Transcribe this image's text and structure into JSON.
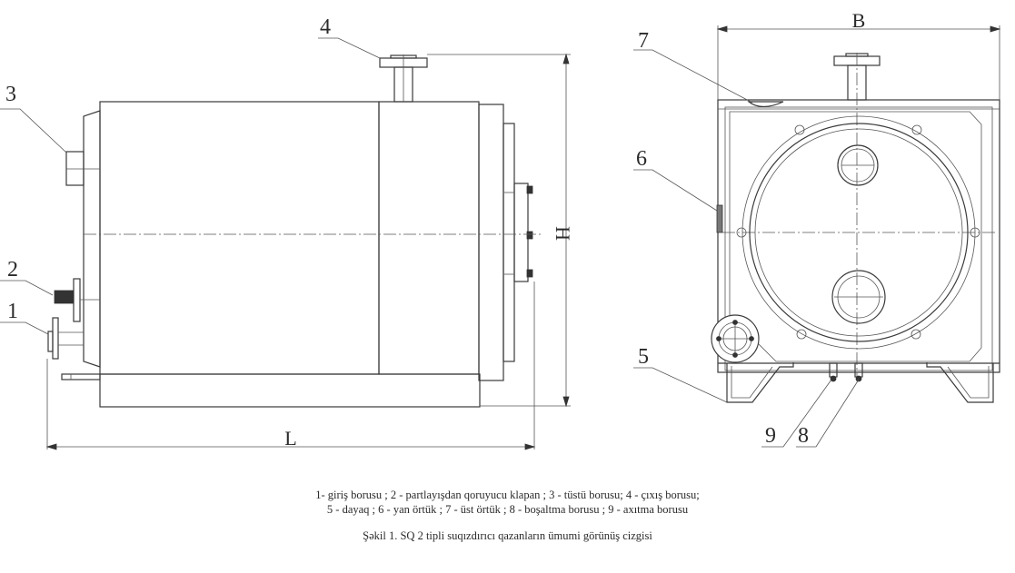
{
  "drawing": {
    "callouts": {
      "c1": "1",
      "c2": "2",
      "c3": "3",
      "c4": "4",
      "c5": "5",
      "c6": "6",
      "c7": "7",
      "c8": "8",
      "c9": "9"
    },
    "dimensions": {
      "length": "L",
      "height": "H",
      "width": "B"
    }
  },
  "legend": {
    "line1": "1- giriş borusu ; 2 - partlayışdan qoruyucu klapan ; 3 - tüstü borusu; 4 - çıxış borusu;",
    "line2": "5 - dayaq ; 6 - yan örtük ; 7 - üst örtük ; 8 - boşaltma borusu ; 9 - axıtma borusu"
  },
  "figure_caption": "Şəkil 1. SQ 2 tipli suqızdırıcı qazanların ümumi  görünüş  cizgisi"
}
